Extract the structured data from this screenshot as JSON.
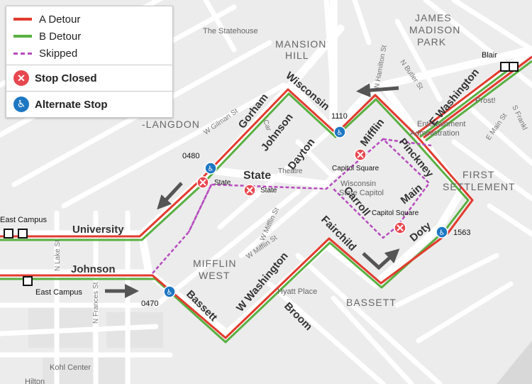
{
  "legend": {
    "a_detour": "A Detour",
    "b_detour": "B Detour",
    "skipped": "Skipped",
    "stop_closed": "Stop Closed",
    "alternate_stop": "Alternate Stop"
  },
  "colors": {
    "a_detour": "#e23a2e",
    "b_detour": "#59b041",
    "skipped": "#b64bbd",
    "stop_closed": "#e8474f",
    "alternate_stop": "#1d77c3",
    "background": "#ececec",
    "street": "#ffffff",
    "water": "#dadada"
  },
  "places": {
    "statehouse": "The Statehouse",
    "mansion_hill": "MANSION\nHILL",
    "james_madison_park": "JAMES\nMADISON\nPARK",
    "langdon": "-LANGDON",
    "mifflin_west": "MIFFLIN\nWEST",
    "first_settlement": "FIRST\nSETTLEMENT",
    "bassett": "BASSETT",
    "capitol": "Wisconsin\nState Capitol",
    "theatre": "Theatre",
    "hyatt": "Hyatt Place",
    "entertainment": "Entertainment\nAdministration",
    "kohl": "Kohl Center",
    "hilton": "Hilton",
    "prost": "Prost!"
  },
  "streets": {
    "gorham": "Gorham",
    "wisconsin": "Wisconsin",
    "johnson_n": "Johnson",
    "dayton": "Dayton",
    "mifflin": "Mifflin",
    "pinckney": "Pinckney",
    "state": "State",
    "carroll": "Carroll",
    "main": "Main",
    "fairchild": "Fairchild",
    "doty": "Doty",
    "university": "University",
    "johnson_w": "Johnson",
    "bassett": "Bassett",
    "w_washington": "W Washington",
    "broom": "Broom",
    "e_washington": "E Washington",
    "hamilton": "N Hamilton St",
    "butler": "N Butler St",
    "gilman": "W Gilman St",
    "n_lake": "N Lake St",
    "n_frances": "N Frances St",
    "w_mifflin_a": "W Mifflin St",
    "w_mifflin_b": "W Mifflin St",
    "e_main": "E Main St",
    "s_franklin": "S Frankl",
    "carroll_small": "Car"
  },
  "stops": {
    "s1110": "1110",
    "s0480": "0480",
    "s0470": "0470",
    "s1563": "1563",
    "state_a": "State",
    "state_b": "State",
    "cap_sq_a": "Capitol Square",
    "cap_sq_b": "Capitol Square",
    "east_campus_a": "East Campus",
    "east_campus_b": "East Campus",
    "blair": "Blair"
  }
}
